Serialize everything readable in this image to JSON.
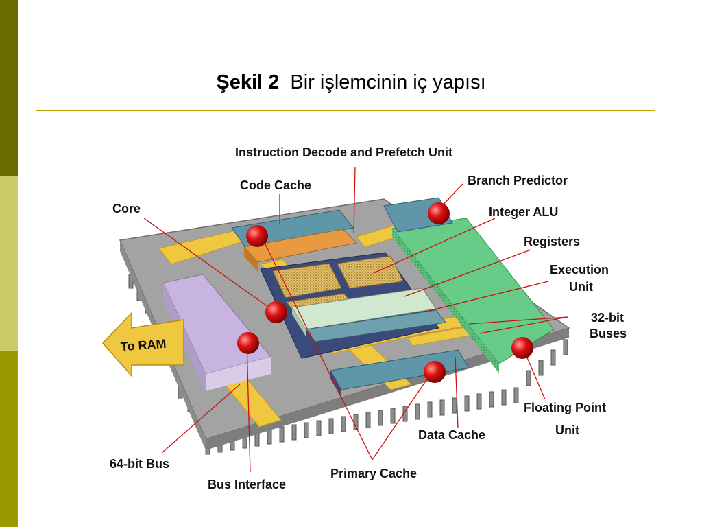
{
  "slide": {
    "title_bold": "Şekil 2",
    "title_rest": "  Bir işlemcinin iç yapısı"
  },
  "colors": {
    "bar_top": "#6b6b00",
    "bar_middle": "#cccc66",
    "bar_bottom": "#999900",
    "title_rule": "#b8a000",
    "chip_body": "#9c9c9c",
    "bus_yellow": "#f0c840",
    "cache_teal": "#5f96a8",
    "fpu_green": "#66cc88",
    "bus_interface_lavender": "#c8b4e0",
    "marker_red": "#dd1111"
  },
  "labels": {
    "instruction_decode": "Instruction Decode and Prefetch Unit",
    "code_cache": "Code Cache",
    "branch_predictor": "Branch Predictor",
    "core": "Core",
    "integer_alu": "Integer ALU",
    "registers": "Registers",
    "execution_line1": "Execution",
    "execution_line2": "Unit",
    "bit32_line1": "32-bit",
    "bit32_line2": "Buses",
    "to_ram": "To RAM",
    "floating_line1": "Floating Point",
    "floating_line2": "Unit",
    "data_cache": "Data Cache",
    "bit64_bus": "64-bit Bus",
    "bus_interface": "Bus Interface",
    "primary_cache": "Primary Cache"
  }
}
